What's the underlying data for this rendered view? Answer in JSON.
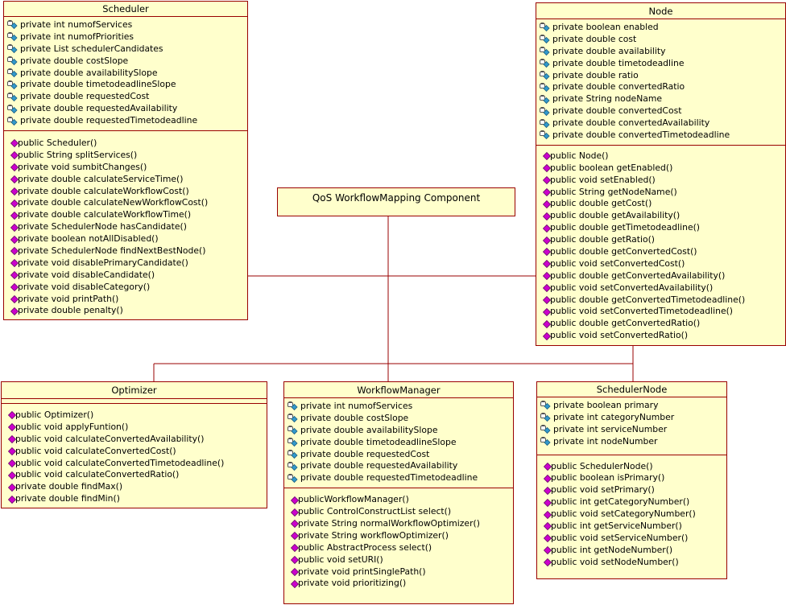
{
  "component": {
    "label": "QoS WorkflowMapping Component"
  },
  "classes": {
    "scheduler": {
      "name": "Scheduler",
      "attributes": [
        "private int numofServices",
        "private int numofPriorities",
        "private List schedulerCandidates",
        "private double costSlope",
        "private double availabilitySlope",
        "private double timetodeadlineSlope",
        "private double requestedCost",
        "private double requestedAvailability",
        "private double requestedTimetodeadline"
      ],
      "methods": [
        "public Scheduler()",
        "public String splitServices()",
        "private void sumbitChanges()",
        "private double calculateServiceTime()",
        "private double calculateWorkflowCost()",
        "private double calculateNewWorkflowCost()",
        "private double calculateWorkflowTime()",
        "private SchedulerNode hasCandidate()",
        "private boolean notAllDisabled()",
        "private SchedulerNode findNextBestNode()",
        "private void disablePrimaryCandidate()",
        "private void disableCandidate()",
        "private void disableCategory()",
        "private void printPath()",
        "private double penalty()"
      ]
    },
    "node": {
      "name": "Node",
      "attributes": [
        "private boolean enabled",
        "private double cost",
        "private double availability",
        "private double timetodeadline",
        "private double ratio",
        "private double convertedRatio",
        "private String nodeName",
        "private double convertedCost",
        "private double convertedAvailability",
        "private double convertedTimetodeadline"
      ],
      "methods": [
        "public Node()",
        "public boolean getEnabled()",
        "public void setEnabled()",
        "public String getNodeName()",
        "public double getCost()",
        "public double getAvailability()",
        "public double getTimetodeadline()",
        "public double getRatio()",
        "public double getConvertedCost()",
        "public void setConvertedCost()",
        "public double getConvertedAvailability()",
        "public void setConvertedAvailability()",
        "public double getConvertedTimetodeadline()",
        "public void setConvertedTimetodeadline()",
        "public double getConvertedRatio()",
        "public void setConvertedRatio()"
      ]
    },
    "optimizer": {
      "name": "Optimizer",
      "attributes": [],
      "methods": [
        "public Optimizer()",
        "public void applyFuntion()",
        "public void calculateConvertedAvailability()",
        "public void calculateConvertedCost()",
        "public void calculateConvertedTimetodeadline()",
        "public void calculateConvertedRatio()",
        "private double findMax()",
        "private double findMin()"
      ]
    },
    "workflowmanager": {
      "name": "WorkflowManager",
      "attributes": [
        "private int numofServices",
        "private double costSlope",
        "private double availabilitySlope",
        "private double timetodeadlineSlope",
        "private double requestedCost",
        "private double requestedAvailability",
        "private double requestedTimetodeadline"
      ],
      "methods": [
        "publicWorkflowManager()",
        "public ControlConstructList select()",
        "private String normalWorkflowOptimizer()",
        "private String workflowOptimizer()",
        "public AbstractProcess select()",
        "public void setURI()",
        "private void printSinglePath()",
        "private void prioritizing()"
      ]
    },
    "schedulernode": {
      "name": "SchedulerNode",
      "attributes": [
        "private boolean primary",
        "private int categoryNumber",
        "private int serviceNumber",
        "private int nodeNumber"
      ],
      "methods": [
        "public SchedulerNode()",
        "public boolean isPrimary()",
        "public void setPrimary()",
        "public int getCategoryNumber()",
        "public void setCategoryNumber()",
        "public int getServiceNumber()",
        "public void setServiceNumber()",
        "public int getNodeNumber()",
        "public void setNodeNumber()"
      ]
    }
  },
  "icons": {
    "attribute": "private-field-icon",
    "method": "method-icon"
  },
  "colors": {
    "box_fill": "#ffffcc",
    "border": "#990000",
    "method_icon": "#cc00cc",
    "field_icon": "#3399cc"
  }
}
